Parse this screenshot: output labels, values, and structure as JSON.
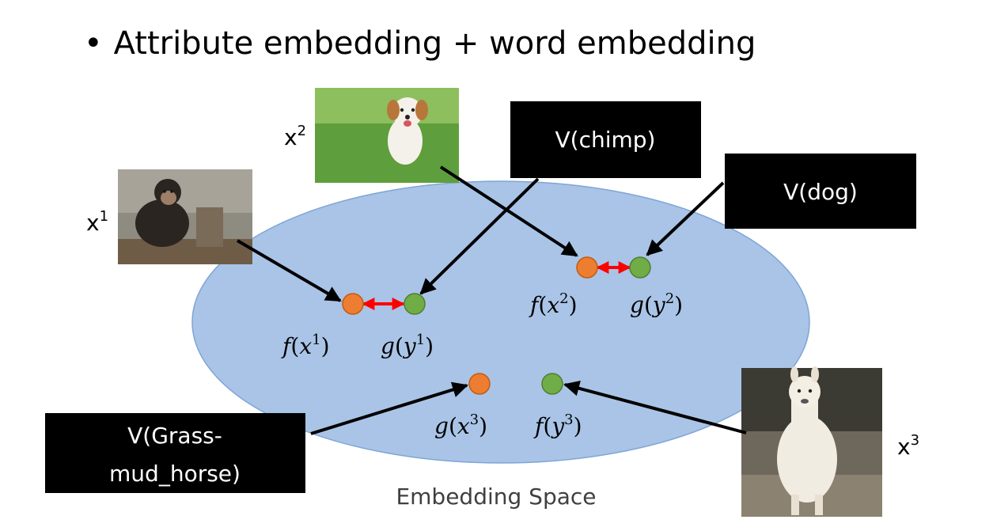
{
  "title": {
    "bullet": "•",
    "text": "Attribute embedding + word embedding"
  },
  "space_caption": "Embedding Space",
  "images": [
    {
      "id": "x1",
      "label": "x",
      "sup": "1",
      "subject": "chimpanzee"
    },
    {
      "id": "x2",
      "label": "x",
      "sup": "2",
      "subject": "dog"
    },
    {
      "id": "x3",
      "label": "x",
      "sup": "3",
      "subject": "alpaca"
    }
  ],
  "word_boxes": [
    {
      "id": "chimp",
      "lines": [
        "V(chimp)"
      ]
    },
    {
      "id": "dog",
      "lines": [
        "V(dog)"
      ]
    },
    {
      "id": "grass",
      "lines": [
        "V(Grass-",
        "mud_horse)"
      ]
    }
  ],
  "points": [
    {
      "id": "f-x1",
      "fn": "f",
      "var": "x",
      "sup": "1",
      "color": "#ED7D31"
    },
    {
      "id": "g-y1",
      "fn": "g",
      "var": "y",
      "sup": "1",
      "color": "#70AD47"
    },
    {
      "id": "f-x2",
      "fn": "f",
      "var": "x",
      "sup": "2",
      "color": "#ED7D31"
    },
    {
      "id": "g-y2",
      "fn": "g",
      "var": "y",
      "sup": "2",
      "color": "#70AD47"
    },
    {
      "id": "g-x3",
      "fn": "g",
      "var": "x",
      "sup": "3",
      "color": "#ED7D31"
    },
    {
      "id": "f-y3",
      "fn": "f",
      "var": "y",
      "sup": "3",
      "color": "#70AD47"
    }
  ],
  "colors": {
    "ellipse_fill": "#A9C4E6",
    "ellipse_stroke": "#7FA5D6",
    "orange": "#ED7D31",
    "green": "#70AD47",
    "pair_arrow": "#FF0000",
    "arrow": "#000000",
    "box": "#000000"
  }
}
